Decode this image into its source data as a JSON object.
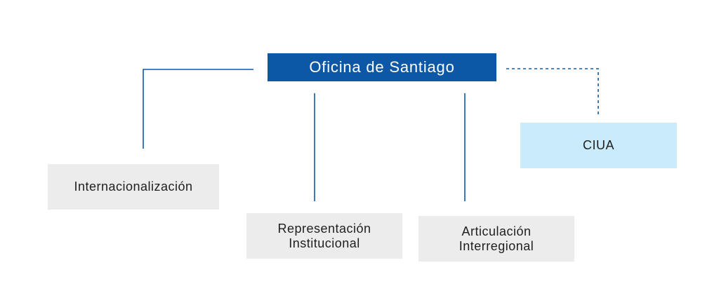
{
  "colors": {
    "root_fill": "#0d58a6",
    "unit_fill": "#ececec",
    "ciua_fill": "#c9ebfb",
    "connector": "#0d58a6"
  },
  "root": {
    "label": "Oficina de Santiago"
  },
  "units": [
    {
      "label": "Internacionalización"
    },
    {
      "label": "Representación\nInstitucional"
    },
    {
      "label": "Articulación\nInterregional"
    }
  ],
  "ciua": {
    "label": "CIUA"
  }
}
